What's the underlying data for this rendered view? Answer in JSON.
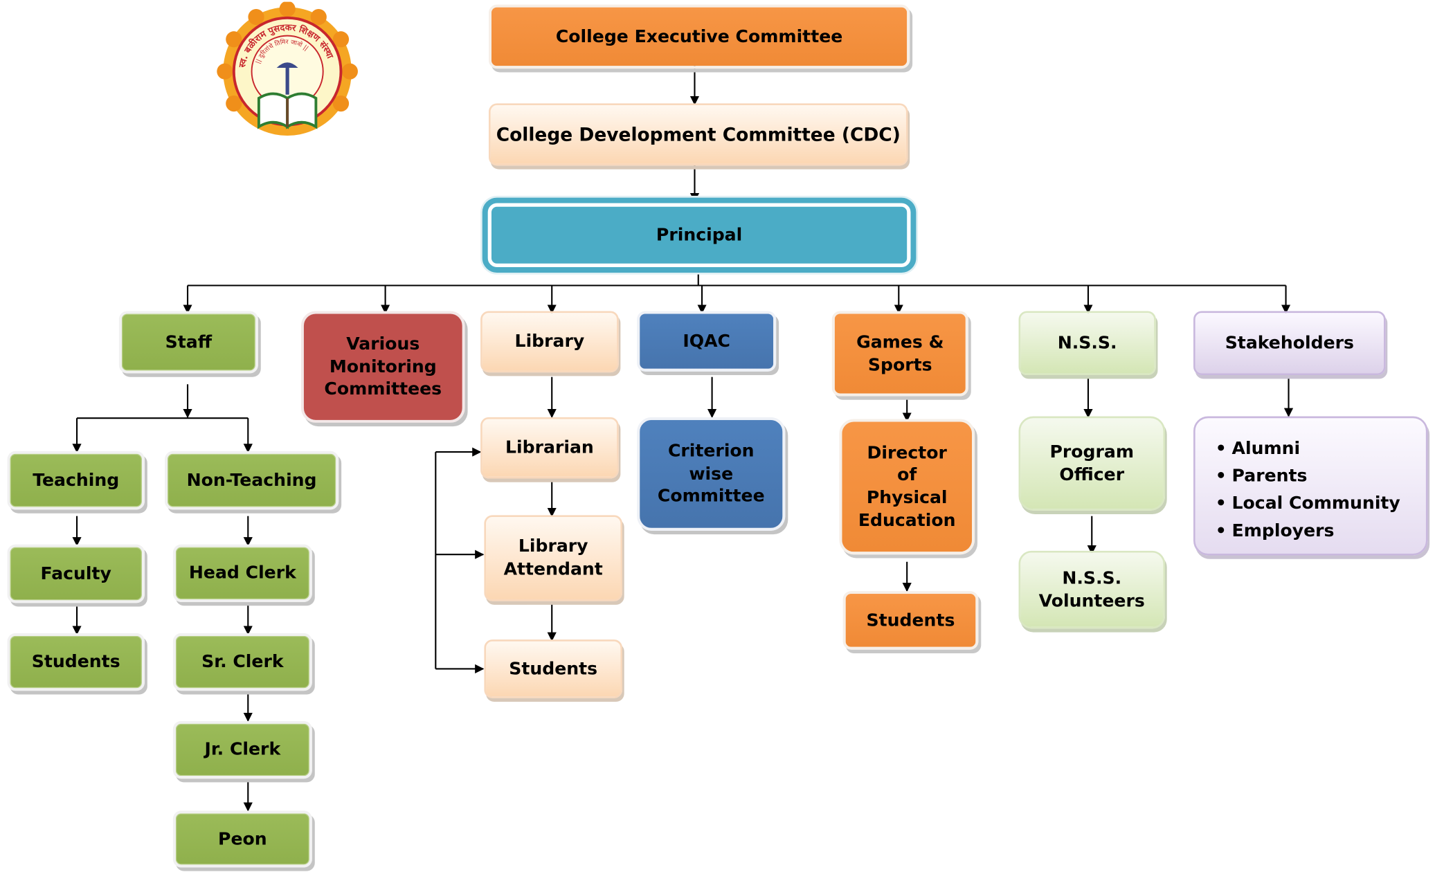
{
  "logo": {
    "outer_text": "स्व. बळीराम पुसदकर शिक्षण संस्था",
    "inner_text": "|| दुरितांचे तिमिर जावो ||",
    "colors": {
      "petals": "#f5a623",
      "ring": "#c8262d",
      "inner": "#fdf6c8",
      "book": "#2e7d32"
    }
  },
  "top": {
    "executive": "College Executive Committee",
    "cdc": "College Development Committee (CDC)",
    "principal": "Principal"
  },
  "staff": {
    "title": "Staff",
    "teaching": {
      "title": "Teaching",
      "items": [
        "Faculty",
        "Students"
      ]
    },
    "non_teaching": {
      "title": "Non-Teaching",
      "items": [
        "Head Clerk",
        "Sr. Clerk",
        "Jr. Clerk",
        "Peon"
      ]
    }
  },
  "monitoring": {
    "line1": "Various",
    "line2": "Monitoring",
    "line3": "Committees"
  },
  "library": {
    "title": "Library",
    "librarian": "Librarian",
    "attendant_line1": "Library",
    "attendant_line2": "Attendant",
    "students": "Students"
  },
  "iqac": {
    "title": "IQAC",
    "crit_line1": "Criterion",
    "crit_line2": "wise",
    "crit_line3": "Committee"
  },
  "games": {
    "title_line1": "Games &",
    "title_line2": "Sports",
    "director_line1": "Director",
    "director_line2": "of",
    "director_line3": "Physical",
    "director_line4": "Education",
    "students": "Students"
  },
  "nss": {
    "title": "N.S.S.",
    "officer_line1": "Program",
    "officer_line2": "Officer",
    "vol_line1": "N.S.S.",
    "vol_line2": "Volunteers"
  },
  "stakeholders": {
    "title": "Stakeholders",
    "items": [
      "Alumni",
      "Parents",
      "Local Community",
      "Employers"
    ]
  },
  "colors": {
    "green": "#9bbb59",
    "orange": "#f79646",
    "red": "#c0504d",
    "blue": "#4f81bd",
    "principal": "#4bacc6",
    "peach": "#fcd5b0",
    "light_green": "#d7e4bd",
    "lavender": "#e4dfec"
  }
}
